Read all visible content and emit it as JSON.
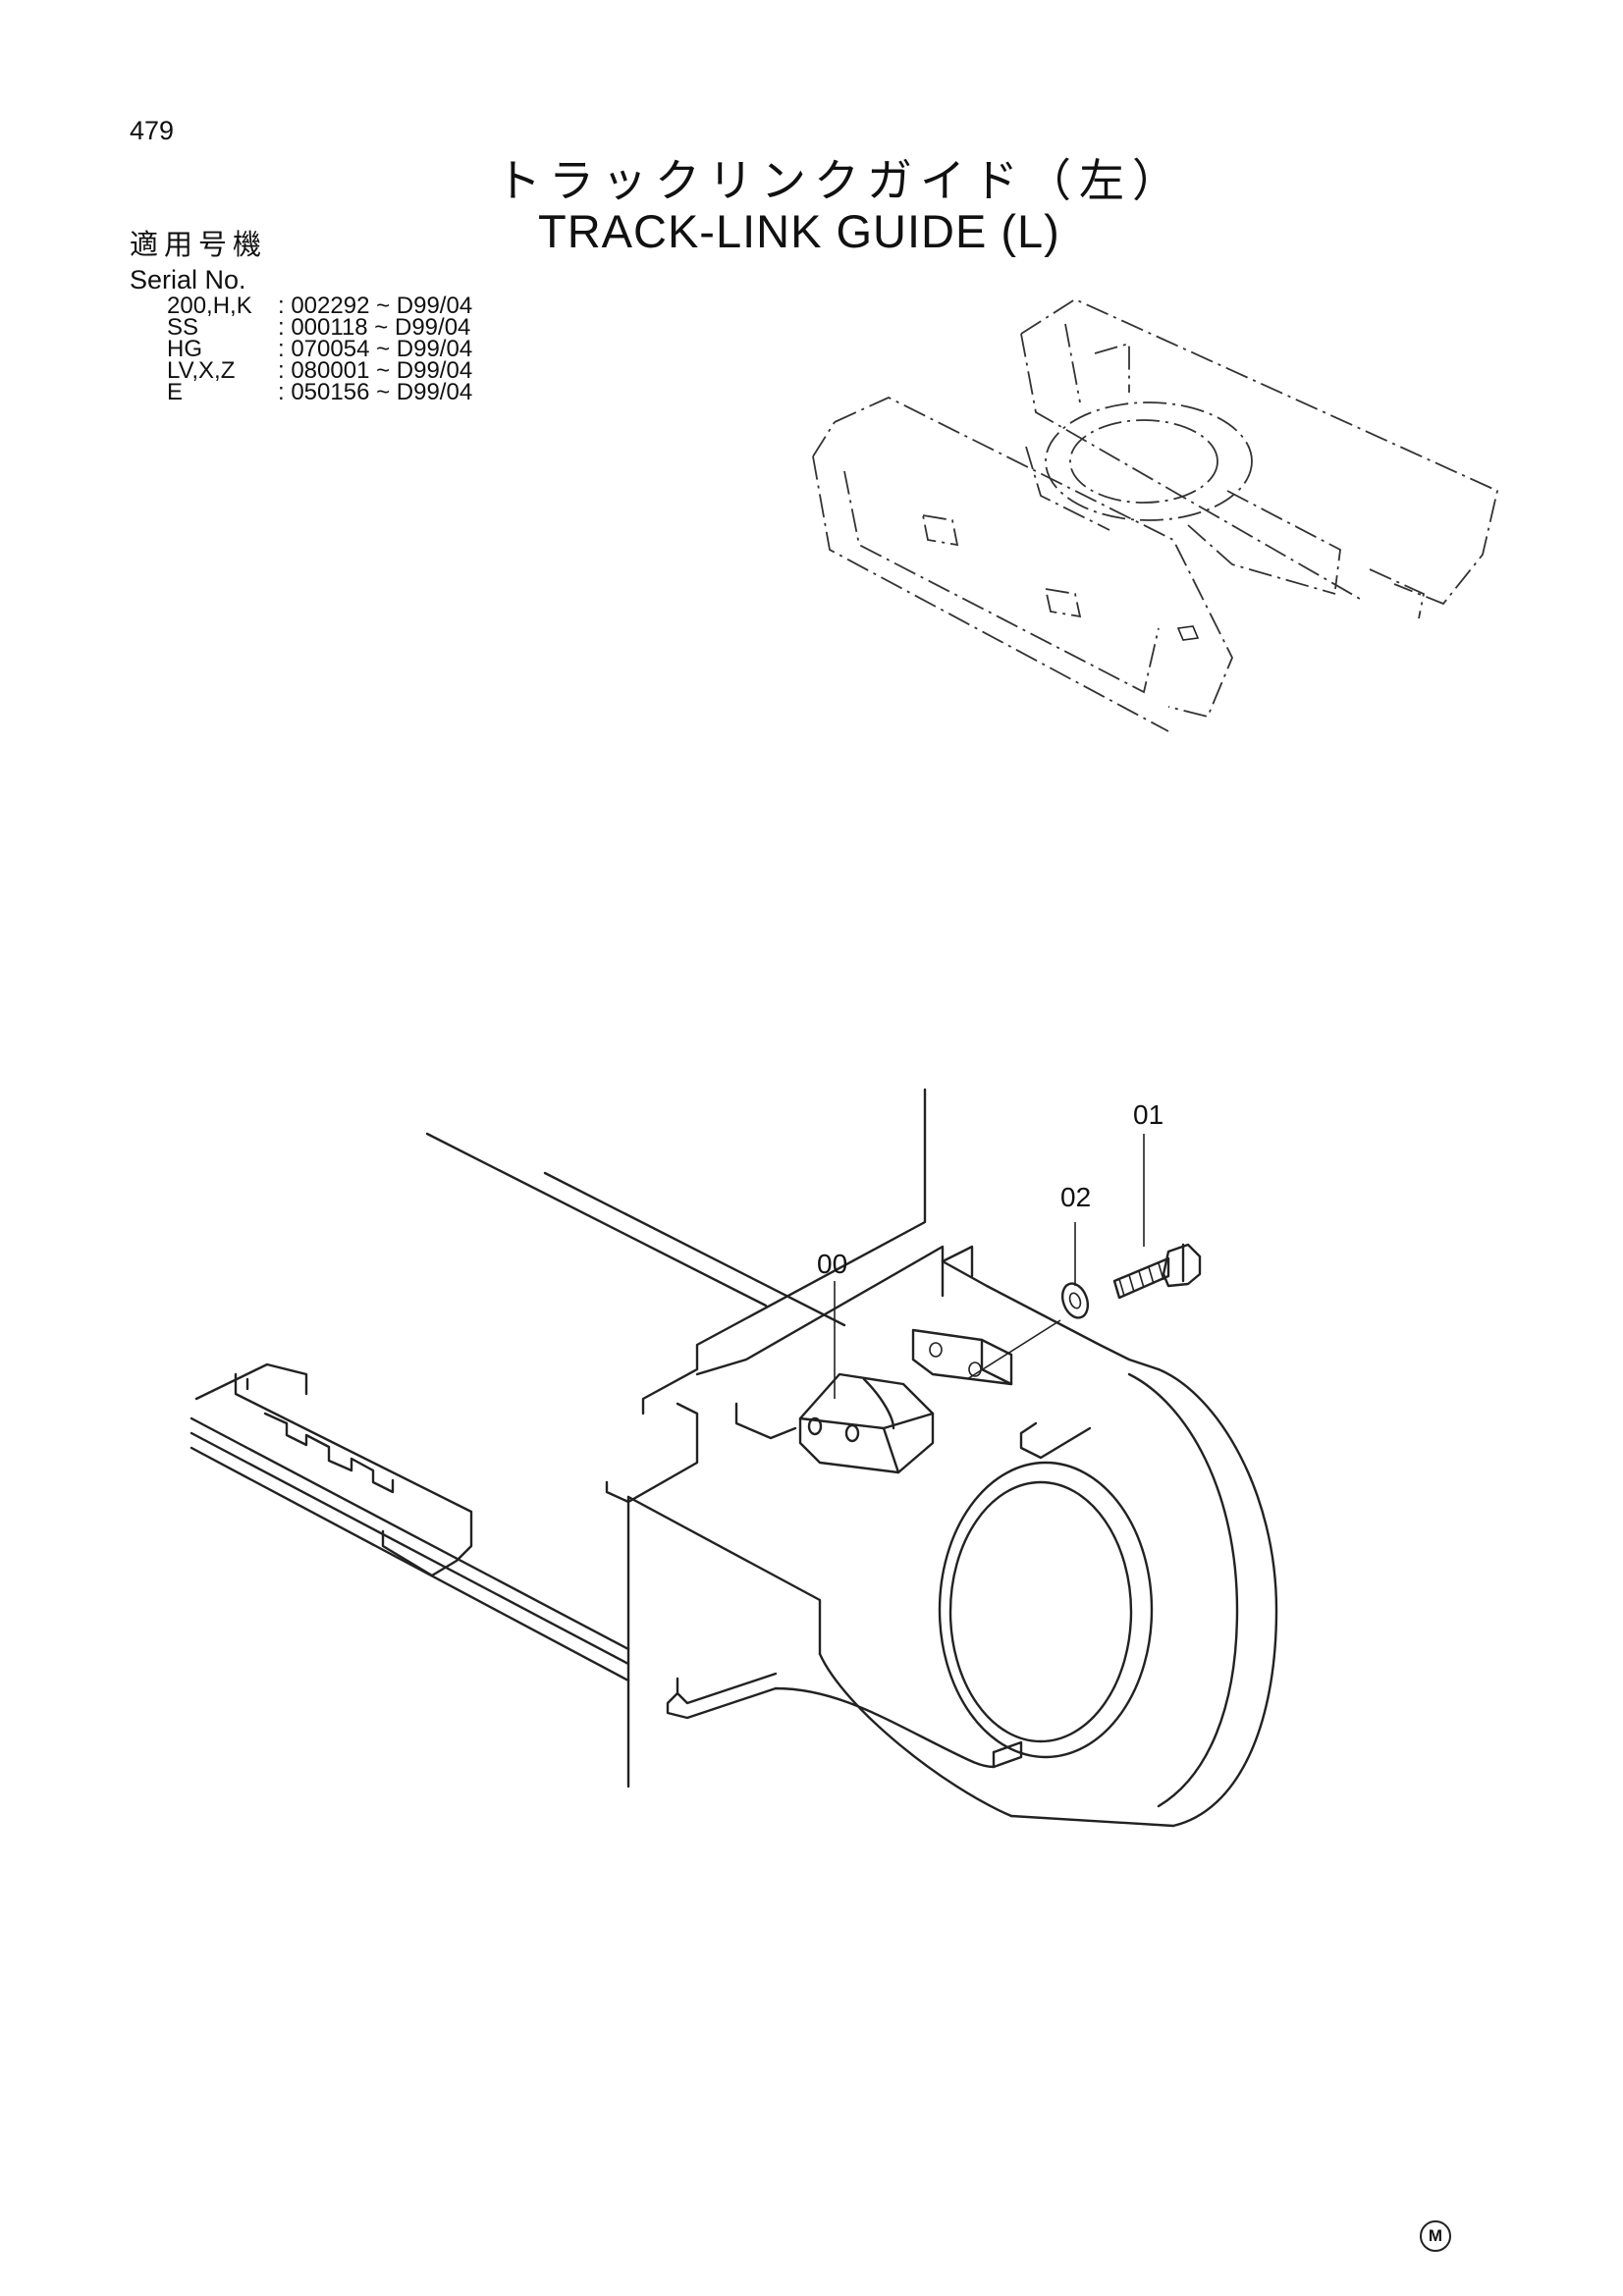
{
  "page": {
    "number": "479"
  },
  "title": {
    "japanese": "トラックリンクガイド（左）",
    "english": "TRACK-LINK GUIDE (L)"
  },
  "serial": {
    "heading_jp": "適用号機",
    "heading_en": "Serial No.",
    "rows": [
      {
        "model": "200,H,K",
        "range": ": 002292 ~ D99/04"
      },
      {
        "model": "SS",
        "range": ": 000118 ~ D99/04"
      },
      {
        "model": "HG",
        "range": ": 070054 ~ D99/04"
      },
      {
        "model": "LV,X,Z",
        "range": ": 080001 ~ D99/04"
      },
      {
        "model": "E",
        "range": ": 050156 ~ D99/04"
      }
    ]
  },
  "callouts": {
    "c00": "00",
    "c01": "01",
    "c02": "02"
  },
  "mark": "M"
}
